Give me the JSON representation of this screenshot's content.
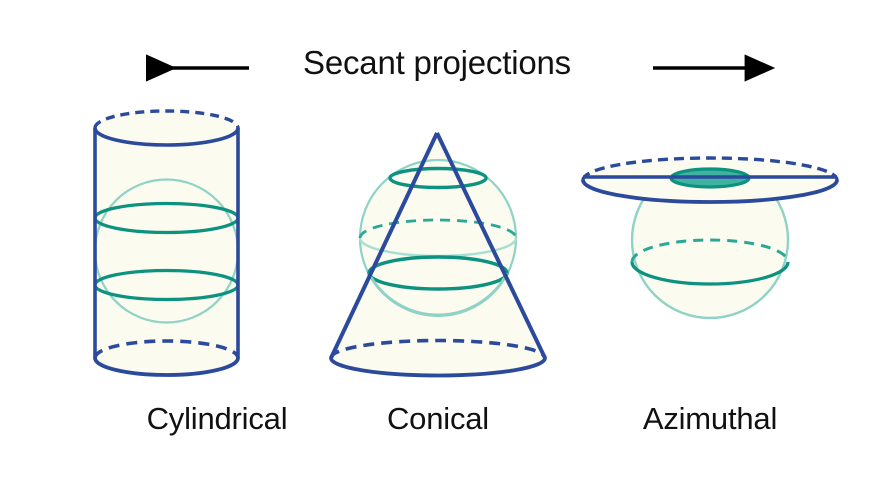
{
  "title": "Secant projections",
  "heading": {
    "text": "Secant projections",
    "left_arrow_icon": "arrow-left-icon",
    "right_arrow_icon": "arrow-right-icon"
  },
  "captions": {
    "cylindrical": "Cylindrical",
    "conical": "Conical",
    "azimuthal": "Azimuthal"
  },
  "colors": {
    "surface_outline": "#2b4a9b",
    "globe_outline": "#1a9e8b",
    "globe_outline_light": "#63c3b4",
    "intersection_circle": "#0e9280",
    "fill": "#fbfbf0",
    "text": "#111111",
    "arrow": "#000000",
    "background": "#ffffff"
  },
  "figures": [
    {
      "id": "cylindrical",
      "name": "cylindrical-projection-figure",
      "surface": "cylinder",
      "surface_color": "#2b4a9b",
      "globe": "sphere",
      "globe_color": "#1a9e8b",
      "secant_lines": 2,
      "description": "Cylinder secant to a sphere, intersecting along two standard parallels"
    },
    {
      "id": "conical",
      "name": "conical-projection-figure",
      "surface": "cone",
      "surface_color": "#2b4a9b",
      "globe": "sphere",
      "globe_color": "#1a9e8b",
      "secant_lines": 2,
      "description": "Cone secant to a sphere, intersecting along two standard parallels"
    },
    {
      "id": "azimuthal",
      "name": "azimuthal-projection-figure",
      "surface": "plane",
      "surface_color": "#2b4a9b",
      "globe": "sphere",
      "globe_color": "#1a9e8b",
      "secant_lines": 1,
      "description": "Plane secant to a sphere, intersecting along one standard parallel"
    }
  ]
}
